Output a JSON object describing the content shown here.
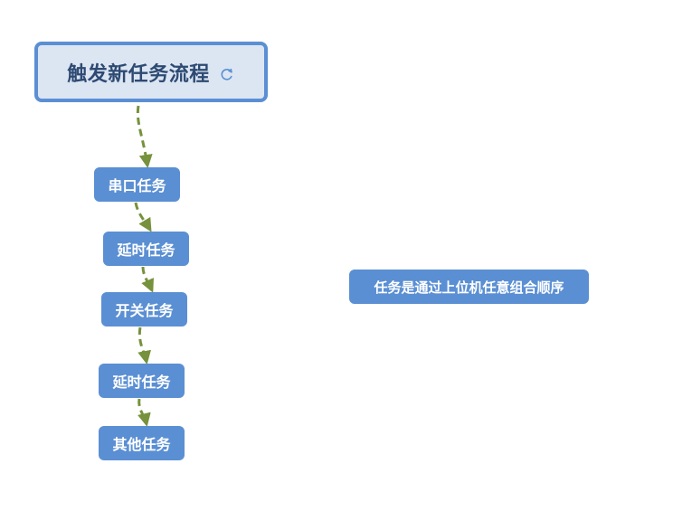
{
  "diagram": {
    "root": {
      "title": "触发新任务流程",
      "icon": "refresh-icon"
    },
    "steps": [
      {
        "label": "串口任务"
      },
      {
        "label": "延时任务"
      },
      {
        "label": "开关任务"
      },
      {
        "label": "延时任务"
      },
      {
        "label": "其他任务"
      }
    ],
    "note": {
      "label": "任务是通过上位机任意组合顺序"
    }
  },
  "colors": {
    "node_fill": "#5b8fd3",
    "root_fill": "#dce6f2",
    "root_border": "#5b8fd3",
    "root_text": "#2e4a73",
    "connector": "#76923c",
    "node_text": "#ffffff"
  }
}
